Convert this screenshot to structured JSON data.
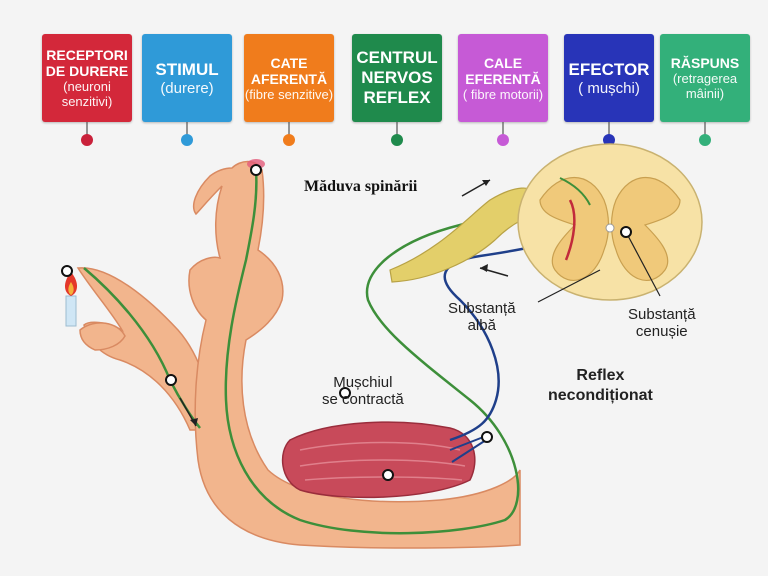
{
  "boxes": [
    {
      "title": "RECEPTORI DE DURERE",
      "subtitle": "(neuroni senzitivi)",
      "color": "#d3283a",
      "dot": "#c9213a"
    },
    {
      "title": "STIMUL",
      "subtitle": "(durere)",
      "color": "#2f9ad8",
      "dot": "#2f9ad8"
    },
    {
      "title": "CATE AFERENTĂ",
      "subtitle": "(fibre senzitive)",
      "color": "#f07c1c",
      "dot": "#f07c1c"
    },
    {
      "title": "CENTRUL NERVOS REFLEX",
      "subtitle": "",
      "color": "#1f8a4c",
      "dot": "#1f8a4c"
    },
    {
      "title": "CALE EFERENTĂ",
      "subtitle": "( fibre motorii)",
      "color": "#c65ad6",
      "dot": "#c65ad6"
    },
    {
      "title": "EFECTOR",
      "subtitle": "( mușchi)",
      "color": "#2834b8",
      "dot": "#2834b8"
    },
    {
      "title": "RĂSPUNS",
      "subtitle": "(retragerea mâinii)",
      "color": "#33b07a",
      "dot": "#33b07a"
    }
  ],
  "labels": {
    "spinal_cord": "Măduva spinării",
    "white_matter": [
      "Substanță",
      "albă"
    ],
    "gray_matter": [
      "Substanță",
      "cenușie"
    ],
    "muscle": [
      "Mușchiul",
      "se contractă"
    ],
    "reflex": [
      "Reflex",
      "necondiționat"
    ]
  },
  "colors": {
    "skin": "#f2b58d",
    "skin_dark": "#d98a62",
    "muscle": "#c84a5a",
    "sensory_nerve": "#3d8f3a",
    "motor_nerve": "#1f3f8a",
    "spinal_outer": "#f7e2a6",
    "spinal_inner": "#f0c97a",
    "nerve_root": "#e3cf6a"
  },
  "icons": [
    "candle-flame-icon",
    "arrow-icon"
  ]
}
